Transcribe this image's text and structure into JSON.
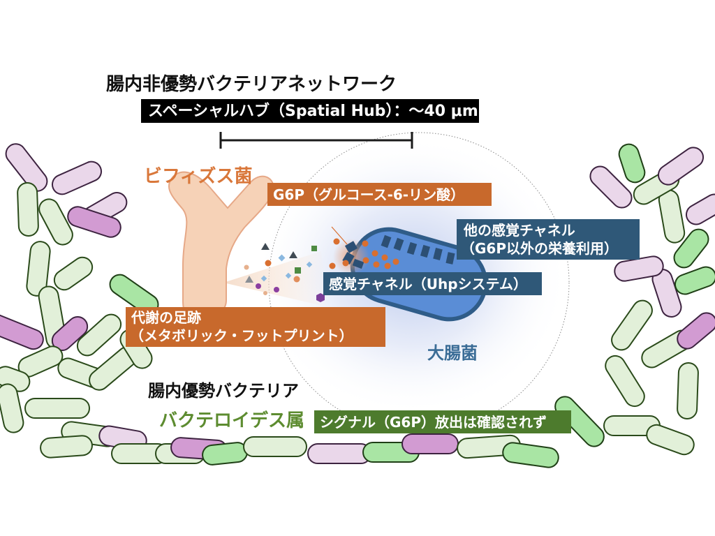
{
  "title_network": "腸内非優勢バクテリアネットワーク",
  "scale_label": "スペーシャルハブ（Spatial Hub）：～40 μm",
  "bifido_name": "ビフィズス菌",
  "g6p_label": "G6P（グルコース-6-リン酸）",
  "other_channel_line1": "他の感覚チャネル",
  "other_channel_line2": "（G6P以外の栄養利用）",
  "uhp_label": "感覚チャネル（Uhpシステム）",
  "footprint_line1": "代謝の足跡",
  "footprint_line2": "（メタボリック・フットプリント）",
  "ecoli_name": "大腸菌",
  "dominant_title": "腸内優勢バクテリア",
  "bacteroides_name": "バクテロイデス属",
  "signal_label": "シグナル（G6P）放出は確認されず",
  "colors": {
    "light_green": "#e2f0d9",
    "green": "#a9e5a4",
    "light_purple": "#ead7ea",
    "purple": "#d29bd2",
    "orange_box": "#c8692c",
    "orange_text": "#d9773a",
    "blue_box": "#2f5878",
    "blue_text": "#3a6c96",
    "green_box": "#4d7b2d",
    "green_text": "#5d8c30",
    "ecoli_body": "#5a8dd6",
    "bifido_body": "#f6d2b7"
  }
}
